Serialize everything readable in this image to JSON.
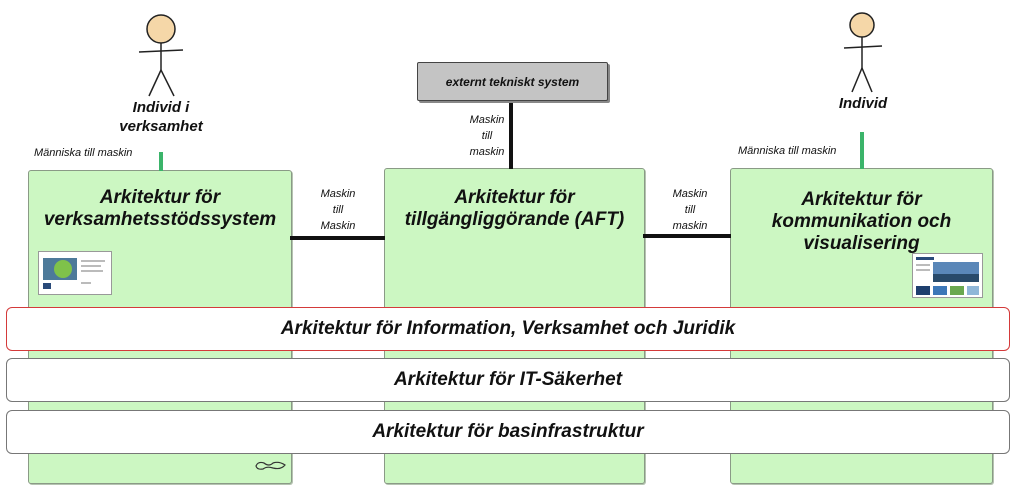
{
  "actors": [
    {
      "id": "left",
      "label_lines": [
        "Individ i",
        "verksamhet"
      ]
    },
    {
      "id": "right",
      "label_lines": [
        "Individ"
      ]
    }
  ],
  "external_system": {
    "label": "externt tekniskt system"
  },
  "boxes": [
    {
      "id": "vss",
      "title_lines": [
        "Arkitektur för",
        "verksamhetsstödssystem"
      ]
    },
    {
      "id": "aft",
      "title_lines": [
        "Arkitektur för",
        "tillgängliggörande (AFT)"
      ]
    },
    {
      "id": "kov",
      "title_lines": [
        "Arkitektur för",
        "kommunikation och",
        "visualisering"
      ]
    }
  ],
  "connections": {
    "left_human": "Människa  till maskin",
    "right_human": "Människa till maskin",
    "vss_aft": [
      "Maskin",
      "till",
      "Maskin"
    ],
    "ext_aft": [
      "Maskin",
      "till",
      "maskin"
    ],
    "aft_kov": [
      "Maskin",
      "till",
      "maskin"
    ]
  },
  "bands": [
    {
      "id": "info",
      "label": "Arkitektur för Information, Verksamhet och Juridik",
      "border": "#d43a3a"
    },
    {
      "id": "itsec",
      "label": "Arkitektur för IT-Säkerhet",
      "border": "#777777"
    },
    {
      "id": "infra",
      "label": "Arkitektur för basinfrastruktur",
      "border": "#777777"
    }
  ],
  "colors": {
    "box_fill": "#ccf7c2",
    "link_green": "#3bb46a",
    "external_fill": "#c4c4c4"
  }
}
